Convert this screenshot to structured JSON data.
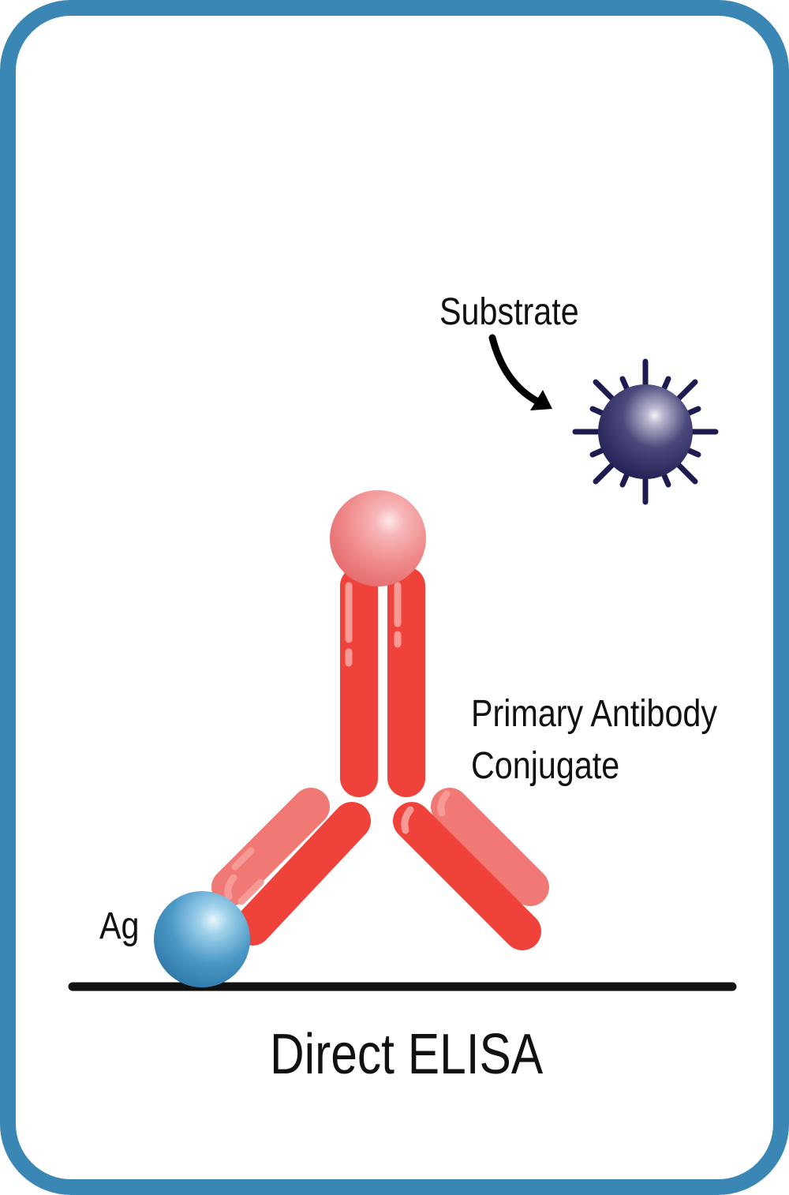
{
  "diagram": {
    "title": "Direct ELISA",
    "labels": {
      "substrate": "Substrate",
      "antibody_line1": "Primary Antibody",
      "antibody_line2": "Conjugate",
      "antigen": "Ag"
    }
  },
  "colors": {
    "frame_border": "#3a86b4",
    "antibody_heavy_chain": "#ef423a",
    "antibody_light_chain": "#f07875",
    "enzyme_conjugate": "#f08a8b",
    "antigen": "#3a8ab9",
    "substrate": "#1d1b4f",
    "surface": "#111111",
    "text": "#111111"
  },
  "icons": {
    "substrate": "spiky-ball-icon",
    "arrow": "curved-arrow-icon",
    "antibody": "y-shaped-antibody-icon",
    "antigen": "sphere-icon",
    "enzyme": "sphere-icon"
  }
}
